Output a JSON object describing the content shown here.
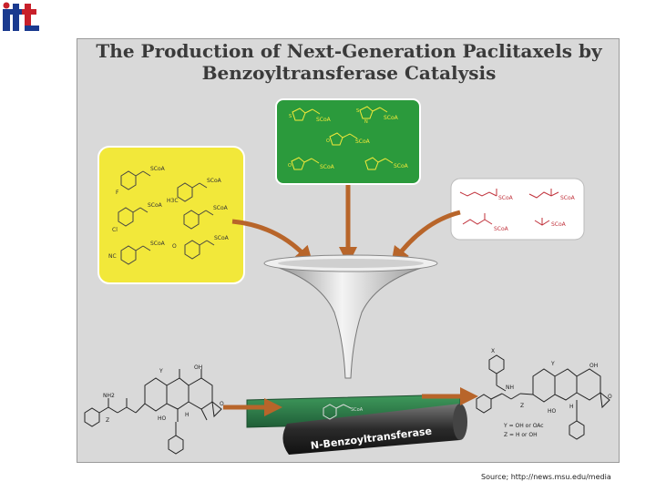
{
  "logo": {
    "text": "itt"
  },
  "figure": {
    "title_line1": "The Production of Next-Generation Paclitaxels by",
    "title_line2": "Benzoyltransferase Catalysis",
    "enzyme_label": "N-Benzoyltransferase",
    "scoa": "SCoA",
    "sub_labels": {
      "f": "F",
      "cl": "Cl",
      "h3c": "H3C",
      "nc": "NC",
      "s": "S",
      "o": "O",
      "n": "N"
    },
    "left_molecule_labels": {
      "nh2": "NH2",
      "z": "Z",
      "y": "Y",
      "oh": "OH",
      "ho": "HO",
      "h": "H",
      "o": "O"
    },
    "right_molecule_labels": {
      "x": "X",
      "nh": "NH",
      "z": "Z",
      "y": "Y",
      "oh": "OH",
      "ho": "HO",
      "h": "H",
      "o": "O",
      "legend_y": "Y = OH or OAc",
      "legend_z": "Z = H or OH"
    },
    "colors": {
      "yellow": "#f2e83a",
      "green": "#2b9a3c",
      "red_frame": "#ffffff",
      "red_struct": "#c0303a",
      "arrow": "#b8652a",
      "conveyor": "#2e7d4a",
      "panel": "#d9d9d9"
    }
  },
  "source": "Source; http://news.msu.edu/media"
}
